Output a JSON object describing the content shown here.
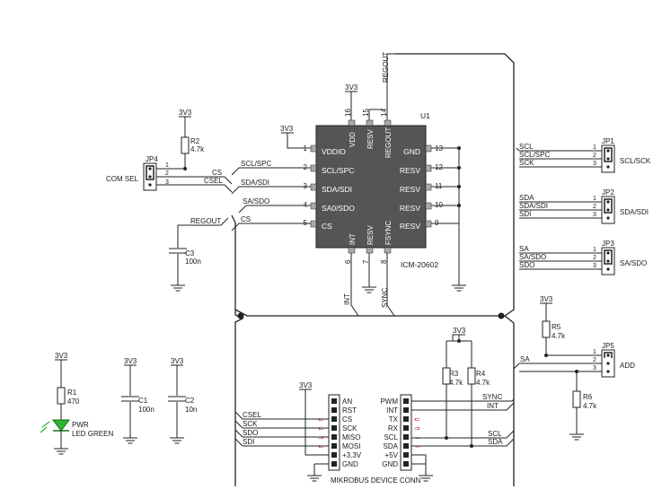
{
  "ic": {
    "ref": "U1",
    "part": "ICM-20602",
    "left_pins": [
      {
        "num": "1",
        "name": "VDDIO"
      },
      {
        "num": "2",
        "name": "SCL/SPC"
      },
      {
        "num": "3",
        "name": "SDA/SDI"
      },
      {
        "num": "4",
        "name": "SA0/SDO"
      },
      {
        "num": "5",
        "name": "CS"
      }
    ],
    "right_pins": [
      {
        "num": "13",
        "name": "GND"
      },
      {
        "num": "12",
        "name": "RESV"
      },
      {
        "num": "11",
        "name": "RESV"
      },
      {
        "num": "10",
        "name": "RESV"
      },
      {
        "num": "9",
        "name": "RESV"
      }
    ],
    "top_pins": [
      {
        "num": "16",
        "name": "VDD"
      },
      {
        "num": "15",
        "name": "RESV"
      },
      {
        "num": "14",
        "name": "REGOUT"
      }
    ],
    "bottom_pins": [
      {
        "num": "6",
        "name": "INT"
      },
      {
        "num": "7",
        "name": "RESV"
      },
      {
        "num": "8",
        "name": "FSYNC"
      }
    ]
  },
  "power": {
    "v33": "3V3"
  },
  "nets": {
    "regout": "REGOUT",
    "cs": "CS",
    "csel": "CSEL",
    "scl_spc": "SCL/SPC",
    "sda_sdi": "SDA/SDI",
    "sa_sdo": "SA/SDO",
    "int": "INT",
    "sync": "SYNC",
    "scl": "SCL",
    "sda": "SDA",
    "sck": "SCK",
    "sdi": "SDI",
    "sdo": "SDO",
    "sa": "SA"
  },
  "jp4": {
    "ref": "JP4",
    "label": "COM SEL",
    "pins": [
      "1",
      "2",
      "3"
    ]
  },
  "jp1": {
    "ref": "JP1",
    "label": "SCL/SCK",
    "nets": [
      "SCL",
      "SCL/SPC",
      "SCK"
    ],
    "pins": [
      "1",
      "2",
      "3"
    ]
  },
  "jp2": {
    "ref": "JP2",
    "label": "SDA/SDI",
    "nets": [
      "SDA",
      "SDA/SDI",
      "SDI"
    ],
    "pins": [
      "1",
      "2",
      "3"
    ]
  },
  "jp3": {
    "ref": "JP3",
    "label": "SA/SDO",
    "nets": [
      "SA",
      "SA/SDO",
      "SDO"
    ],
    "pins": [
      "1",
      "2",
      "3"
    ]
  },
  "jp5": {
    "ref": "JP5",
    "label": "ADD",
    "pins": [
      "1",
      "2",
      "3"
    ]
  },
  "resistors": {
    "r1": {
      "ref": "R1",
      "value": "470"
    },
    "r2": {
      "ref": "R2",
      "value": "4.7k"
    },
    "r3": {
      "ref": "R3",
      "value": "4.7k"
    },
    "r4": {
      "ref": "R4",
      "value": "4.7k"
    },
    "r5": {
      "ref": "R5",
      "value": "4.7k"
    },
    "r6": {
      "ref": "R6",
      "value": "4.7k"
    }
  },
  "caps": {
    "c1": {
      "ref": "C1",
      "value": "100n"
    },
    "c2": {
      "ref": "C2",
      "value": "10n"
    },
    "c3": {
      "ref": "C3",
      "value": "100n"
    }
  },
  "led": {
    "ref": "PWR",
    "value": "LED GREEN"
  },
  "mikrobus": {
    "title": "MIKROBUS DEVICE CONN",
    "left": [
      "AN",
      "RST",
      "CS",
      "SCK",
      "MISO",
      "MOSI",
      "+3.3V",
      "GND"
    ],
    "right": [
      "PWM",
      "INT",
      "TX",
      "RX",
      "SCL",
      "SDA",
      "+5V",
      "GND"
    ]
  }
}
